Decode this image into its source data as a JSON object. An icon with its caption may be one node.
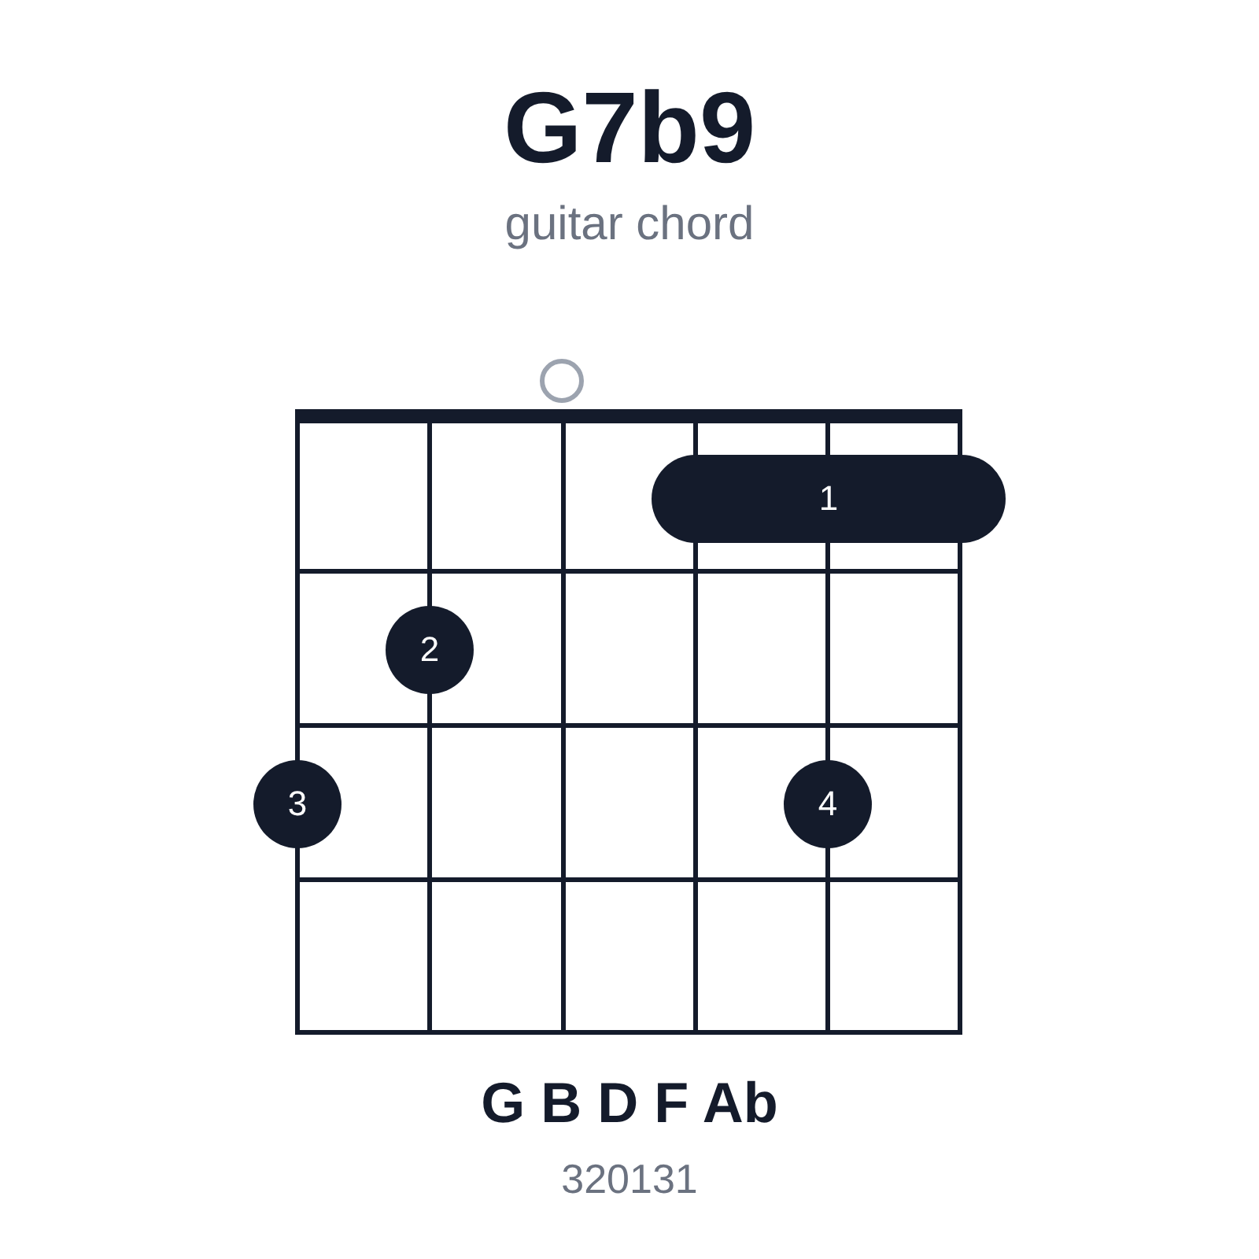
{
  "diagram": {
    "title": "G7b9",
    "caption": "guitar chord",
    "nodes": [
      {
        "text": [],
        "shape": "circle"
      },
      {
        "text": [
          "1"
        ]
      },
      {
        "text": [
          "2"
        ]
      },
      {
        "text": [
          "3"
        ]
      },
      {
        "text": [
          "4"
        ]
      }
    ],
    "labels": [
      "G B D F Ab",
      "320131"
    ]
  }
}
